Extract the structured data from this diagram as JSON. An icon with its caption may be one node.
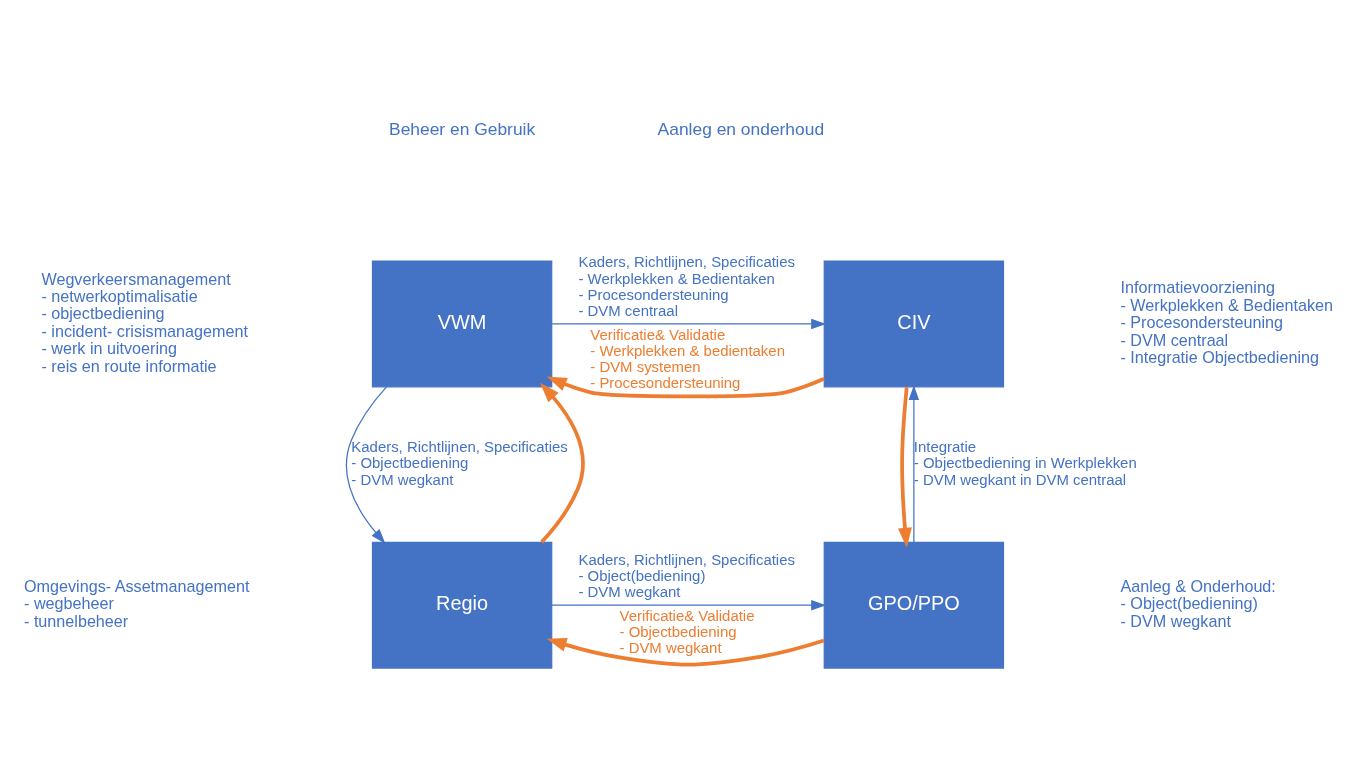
{
  "diagram": {
    "nodes": [
      {
        "text": [
          "VWM"
        ],
        "beside": [
          "Wegverkeersmanagement",
          "- netwerkoptimalisatie",
          "- objectbediening",
          "- incident- crisismanagement",
          "- werk in uitvoering",
          "- reis en route informatie"
        ]
      },
      {
        "text": [
          "CIV"
        ],
        "beside": [
          "Informatievoorziening",
          "- Werkplekken & Bedientaken",
          "- Procesondersteuning",
          "- DVM centraal",
          "- Integratie Objectbediening"
        ]
      },
      {
        "text": [
          "Regio"
        ],
        "beside": [
          "Omgevings- Assetmanagement",
          "- wegbeheer",
          "- tunnelbeheer"
        ]
      },
      {
        "text": [
          "GPO/PPO"
        ],
        "beside": [
          "Aanleg & Onderhoud:",
          "- Object(bediening)",
          "- DVM wegkant"
        ]
      }
    ],
    "edges": [
      {
        "from": 0,
        "to": 1,
        "arrow": "to",
        "label": "Kaders, Richtlijnen, Specificaties - Werkplekken & Bedientaken - Procesondersteuning - DVM centraal"
      },
      {
        "from": 1,
        "to": 0,
        "arrow": "to",
        "style": "thick",
        "color": "#ed7d31",
        "label": "Verificatie& Validatie - Werkplekken & bedientaken - DVM systemen - Procesondersteuning"
      },
      {
        "from": 0,
        "to": 2,
        "arrow": "to",
        "label": "Kaders, Richtlijnen, Specificaties - Objectbediening - DVM wegkant"
      },
      {
        "from": 3,
        "to": 1,
        "arrow": "to",
        "label": "Integratie - Objectbediening in Werkplekken - DVM wegkant in DVM centraal"
      },
      {
        "from": 1,
        "to": 3,
        "arrow": "to",
        "style": "thick",
        "color": "#ed7d31"
      },
      {
        "from": 3,
        "to": 2,
        "arrow": "to",
        "style": "thick",
        "color": "#ed7d31",
        "label": "Verificatie& Validatie - Objectbediening - DVM wegkant"
      },
      {
        "from": 2,
        "to": 0,
        "arrow": "to",
        "style": "thick",
        "color": "#ed7d31"
      },
      {
        "from": 2,
        "to": 3,
        "arrow": "to",
        "label": "Kaders, Richtlijnen, Specificaties - Object(bediening) - DVM wegkant"
      }
    ],
    "labels": [
      "Beheer en Gebruik",
      "Aanleg en onderhoud"
    ]
  }
}
